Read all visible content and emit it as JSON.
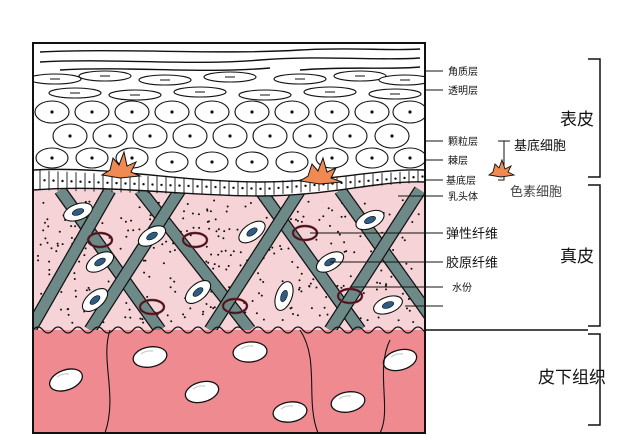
{
  "labels": {
    "stratum_corneum": "角质层",
    "stratum_lucidum": "透明层",
    "stratum_granulosum": "颗粒层",
    "stratum_spinosum": "棘层",
    "stratum_basale": "基底层",
    "papillae": "乳头体",
    "elastic_fiber": "弹性纤维",
    "collagen_fiber": "胶原纤维",
    "water": "水份",
    "basal_cell": "基底细胞",
    "melanocyte": "色素细胞",
    "epidermis": "表皮",
    "dermis": "真皮",
    "hypodermis": "皮下组织"
  },
  "colors": {
    "outline": "#111111",
    "dermis_pink": "#f6d3d7",
    "hypodermis_pink": "#ee8a90",
    "fiber_grey": "#6e8a88",
    "nucleus_blue": "#2e5c85",
    "melanocyte_orange": "#f08a52",
    "elastic_ring": "#7a2430"
  }
}
